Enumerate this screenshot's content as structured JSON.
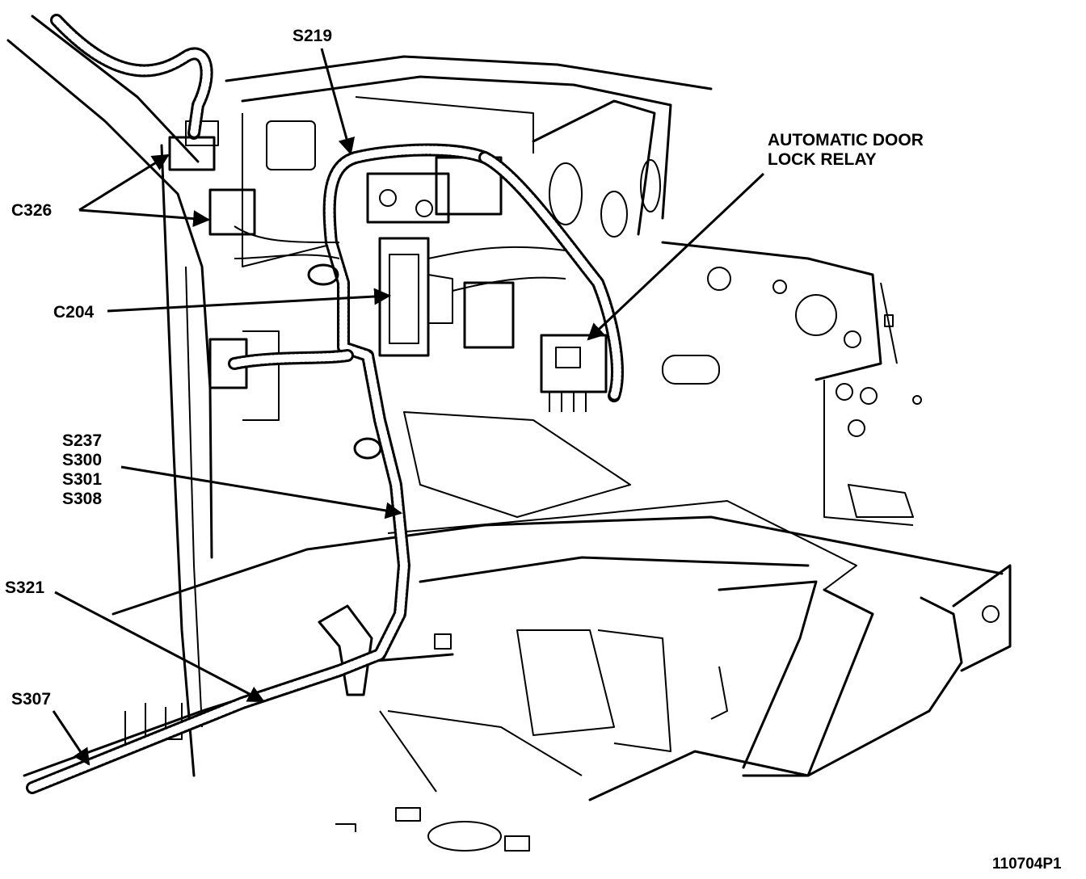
{
  "labels": {
    "s219": "S219",
    "c326": "C326",
    "c204": "C204",
    "relay_line1": "AUTOMATIC DOOR",
    "relay_line2": "LOCK RELAY",
    "s237": "S237",
    "s300": "S300",
    "s301": "S301",
    "s308": "S308",
    "s321": "S321",
    "s307": "S307"
  },
  "figure_id": "110704P1"
}
